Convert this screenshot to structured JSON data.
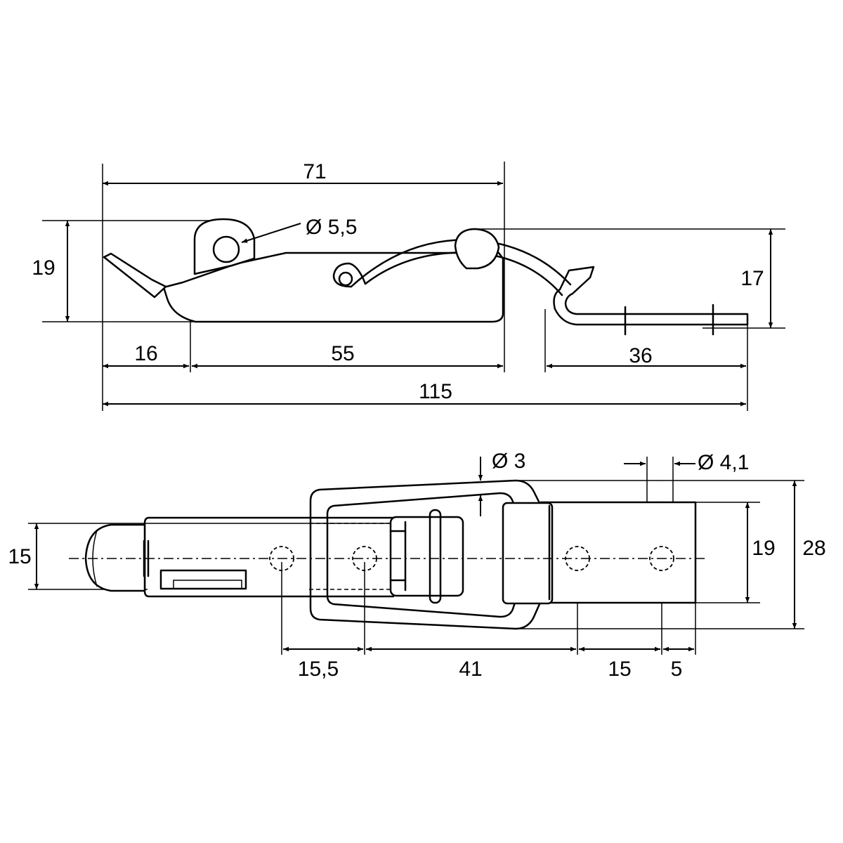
{
  "side_view": {
    "dims": {
      "d71": "71",
      "d19": "19",
      "d5_5": "Ø 5,5",
      "d17": "17",
      "d16": "16",
      "d55": "55",
      "d36": "36",
      "d115": "115"
    }
  },
  "top_view": {
    "dims": {
      "d3": "Ø 3",
      "d4_1": "Ø 4,1",
      "d15h": "15",
      "d19": "19",
      "d28": "28",
      "d15_5": "15,5",
      "d41": "41",
      "d15": "15",
      "d5": "5"
    }
  }
}
